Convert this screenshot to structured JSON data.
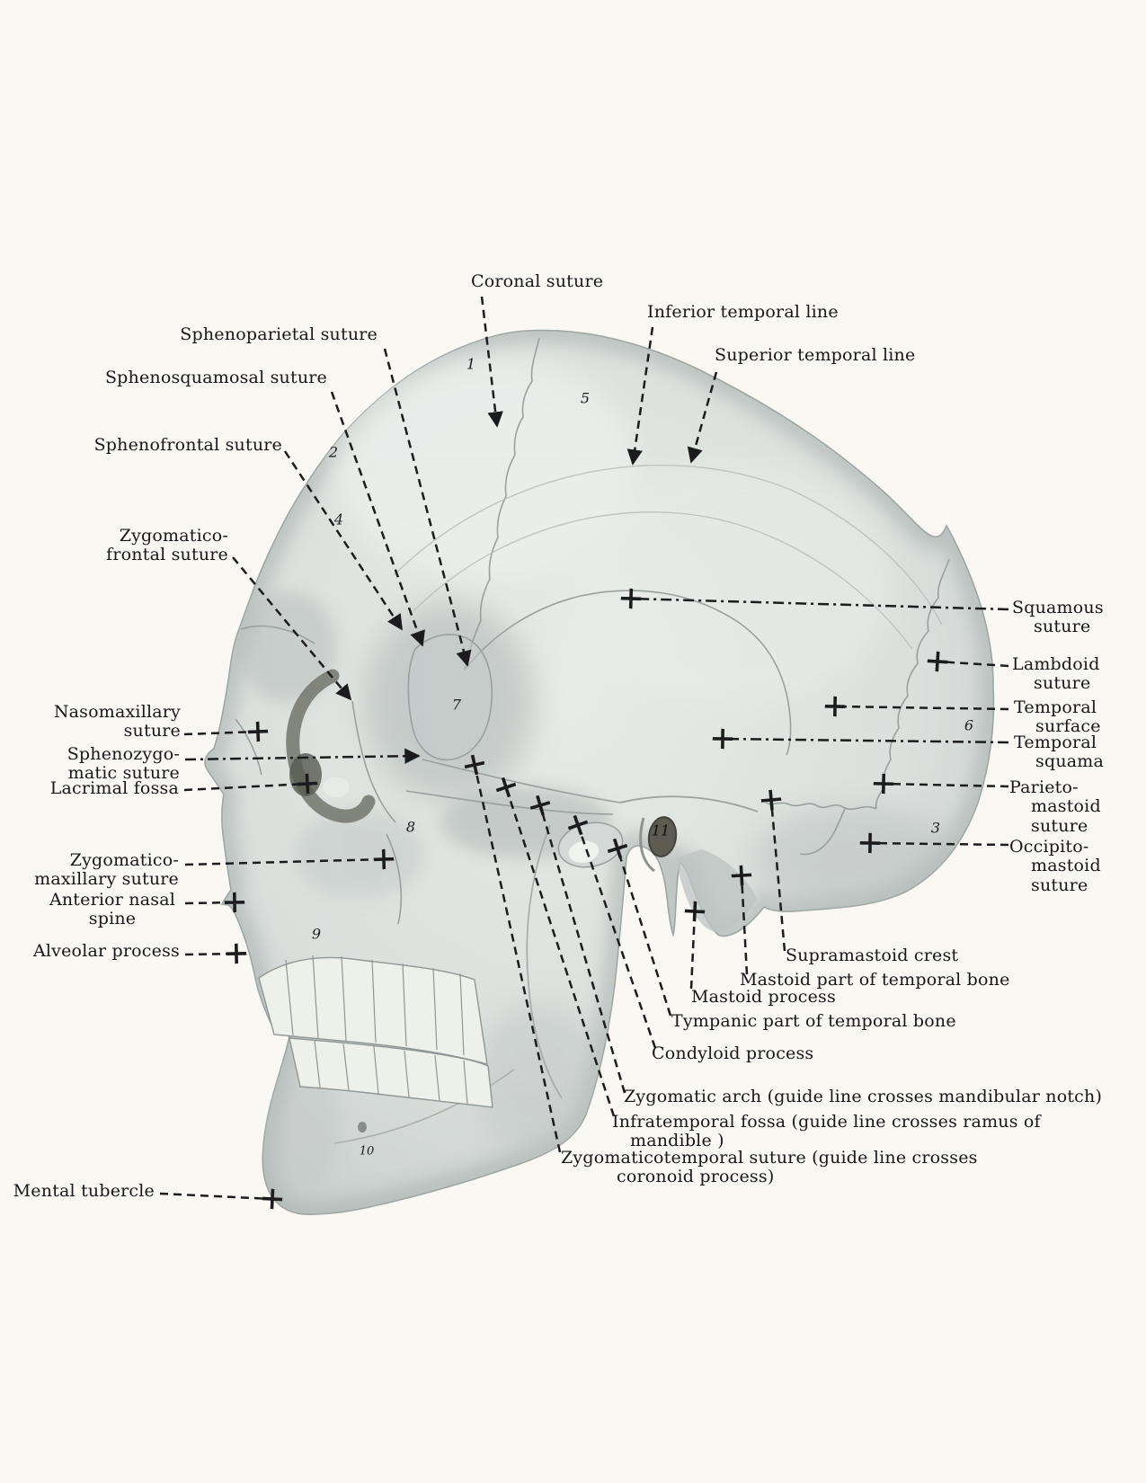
{
  "figure": {
    "numerals": [
      "1",
      "2",
      "3",
      "4",
      "5",
      "6",
      "7",
      "8",
      "9",
      "10",
      "11"
    ],
    "labels": {
      "coronal_suture": "Coronal suture",
      "inferior_temporal_line": "Inferior temporal line",
      "superior_temporal_line": "Superior temporal line",
      "sphenoparietal_suture": "Sphenoparietal suture",
      "sphenosquamosal_suture": "Sphenosquamosal suture",
      "sphenofrontal_suture": "Sphenofrontal suture",
      "zygomaticofrontal_suture": "Zygomatico-\nfrontal suture",
      "nasomaxillary_suture": "Nasomaxillary\nsuture",
      "sphenozygomatic_suture": "Sphenozygo-\nmatic suture",
      "lacrimal_fossa": "Lacrimal fossa",
      "zygomaticomaxillary_suture": "Zygomatico-\nmaxillary suture",
      "anterior_nasal_spine": "Anterior nasal\nspine",
      "alveolar_process": "Alveolar process",
      "mental_tubercle": "Mental tubercle",
      "squamous_suture": "Squamous\nsuture",
      "lambdoid_suture": "Lambdoid\nsuture",
      "temporal_surface": "Temporal\nsurface",
      "temporal_squama": "Temporal\nsquama",
      "parietomastoid_suture": "Parieto-\nmastoid\nsuture",
      "occipitomastoid_suture": "Occipito-\nmastoid\nsuture",
      "supramastoid_crest": "Supramastoid crest",
      "mastoid_part_of_temporal_bone": "Mastoid part of temporal bone",
      "mastoid_process": "Mastoid process",
      "tympanic_part_of_temporal_bone": "Tympanic part of temporal bone",
      "condyloid_process": "Condyloid process",
      "zygomatic_arch": "Zygomatic arch (guide line crosses mandibular notch)",
      "infratemporal_fossa": "Infratemporal fossa (guide line crosses ramus of\nmandible )",
      "zygomaticotemporal_suture": "Zygomaticotemporal suture (guide line crosses\ncoronoid process)"
    },
    "colors": {
      "background": "#f9f8f2",
      "bone_light": "#e6e9e5",
      "bone_mid": "#d8dddb",
      "bone_shadow": "#aeb6b4",
      "ink": "#1c1c1e",
      "suture_line": "#99a1a0",
      "orbit_dark": "#5b5d53"
    }
  }
}
